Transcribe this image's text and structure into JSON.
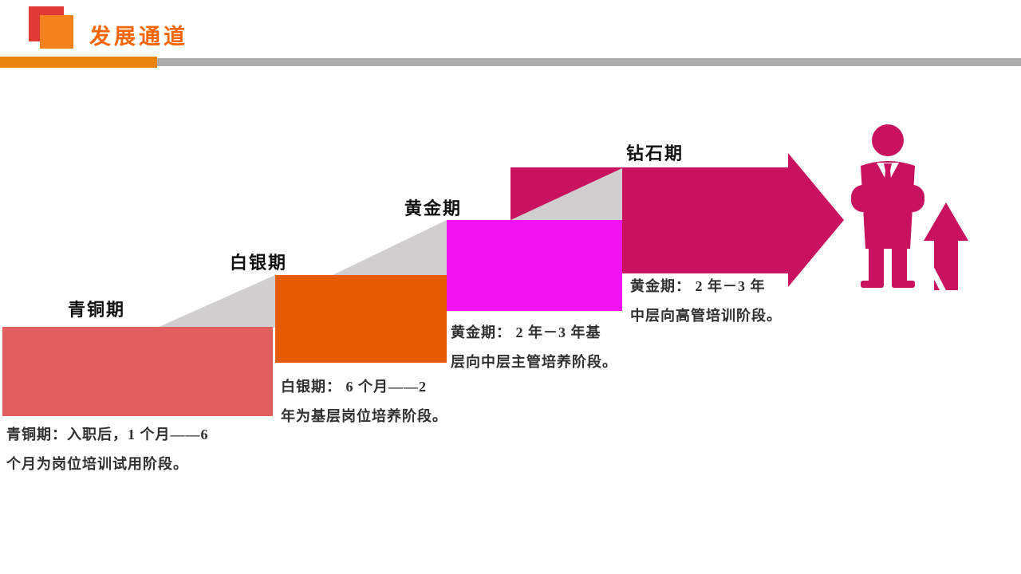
{
  "header": {
    "title": "发展通道"
  },
  "steps": [
    {
      "label": "青铜期",
      "desc_lines": [
        "青铜期：入职后，1 个月——6",
        "个月为岗位培训试用阶段。"
      ]
    },
    {
      "label": "白银期",
      "desc_lines": [
        "白银期： 6 个月——2",
        "年为基层岗位培养阶段。"
      ]
    },
    {
      "label": "黄金期",
      "desc_lines": [
        "黄金期： 2 年－3 年基",
        "层向中层主管培养阶段。"
      ]
    },
    {
      "label": "钻石期",
      "desc_lines": [
        "黄金期： 2 年－3 年",
        "中层向高管培训阶段。"
      ]
    }
  ],
  "icons": {
    "figure": "businessman-silhouette-icon",
    "arrow": "up-arrow-icon"
  },
  "colors": {
    "title_orange": "#FB6500",
    "logo_red": "#DF3A36",
    "logo_orange": "#F5821F",
    "divider_orange": "#E8830C",
    "divider_gray": "#ACACAC",
    "step_bronze": "#E15F5C",
    "step_silver": "#E85B05",
    "step_gold": "#F213F2",
    "step_diamond": "#C8125F",
    "shadow_gray": "#D0CECE"
  }
}
